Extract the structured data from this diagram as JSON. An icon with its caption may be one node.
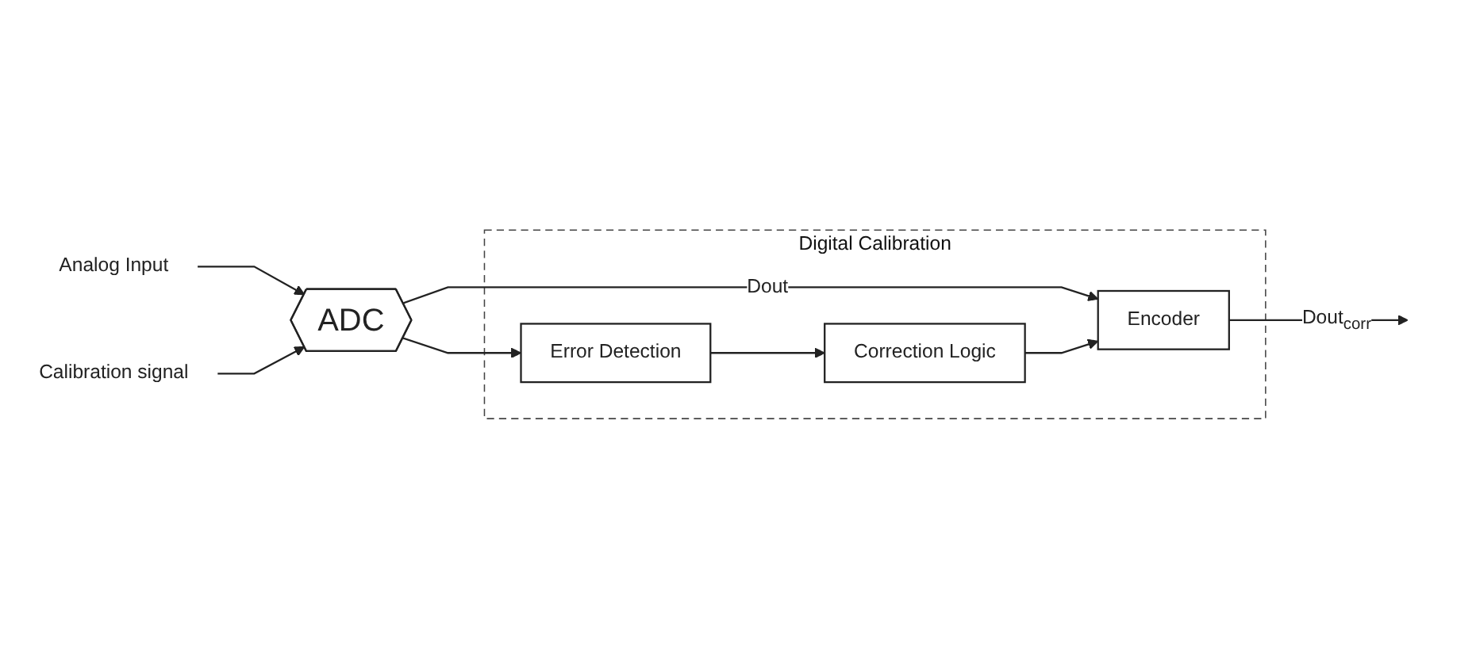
{
  "diagram": {
    "nodes": [
      {
        "text": [
          "Analog Input"
        ]
      },
      {
        "text": [
          "ADC"
        ]
      },
      {
        "text": [
          "Calibration signal"
        ]
      },
      {
        "text": [
          "Digital Calibration"
        ]
      },
      {
        "text": [
          "Encoder"
        ],
        "in": 3
      },
      {
        "text": [
          "Error Detection"
        ],
        "in": 3
      },
      {
        "text": [
          "Correction Logic"
        ],
        "in": 3
      }
    ],
    "edges": [
      {
        "from": 0,
        "to": 1,
        "arrow": "to"
      },
      {
        "from": 2,
        "to": 1,
        "arrow": "to"
      },
      {
        "from": 1,
        "to": 4,
        "label": "Dout",
        "arrow": "to"
      },
      {
        "from": 1,
        "to": 5,
        "arrow": "to"
      },
      {
        "from": 5,
        "to": 6,
        "arrow": "to"
      },
      {
        "from": 6,
        "to": 4,
        "arrow": "to"
      },
      {
        "from": 4,
        "to": null,
        "label": "Dout$_{corr}$",
        "arrow": "to"
      }
    ]
  }
}
